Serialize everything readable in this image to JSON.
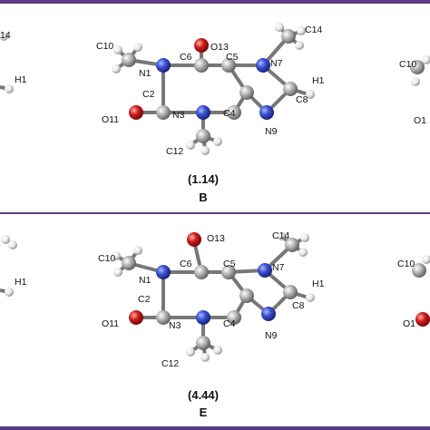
{
  "panels": [
    {
      "id": "top",
      "energy": "(1.14)",
      "letter": "B",
      "atoms": {
        "O13": "O13",
        "N7": "N7",
        "C14": "C14",
        "C10": "C10",
        "C6": "C6",
        "C5": "C5",
        "N1": "N1",
        "H1": "H1",
        "C2": "C2",
        "C8": "C8",
        "N3": "N3",
        "C4": "C4",
        "O11": "O11",
        "N9": "N9",
        "C12": "C12"
      }
    },
    {
      "id": "bottom",
      "energy": "(4.44)",
      "letter": "E",
      "atoms": {
        "O13": "O13",
        "N7": "N7",
        "C14": "C14",
        "C10": "C10",
        "C6": "C6",
        "C5": "C5",
        "N1": "N1",
        "H1": "H1",
        "C2": "C2",
        "C8": "C8",
        "N3": "N3",
        "C4": "C4",
        "O11": "O11",
        "N9": "N9",
        "C12": "C12"
      }
    }
  ],
  "side_fragments": {
    "left_top": [
      "14",
      "H1"
    ],
    "left_bottom": [
      "H1"
    ],
    "right_top": [
      "C10",
      "O1"
    ],
    "right_bottom": [
      "C10",
      "O1"
    ]
  },
  "colors": {
    "frame": "#5b3a86",
    "carbon": "#9a9a9a",
    "nitrogen": "#3a4fd1",
    "oxygen": "#d11a1a",
    "hydrogen": "#e8e8e8"
  }
}
